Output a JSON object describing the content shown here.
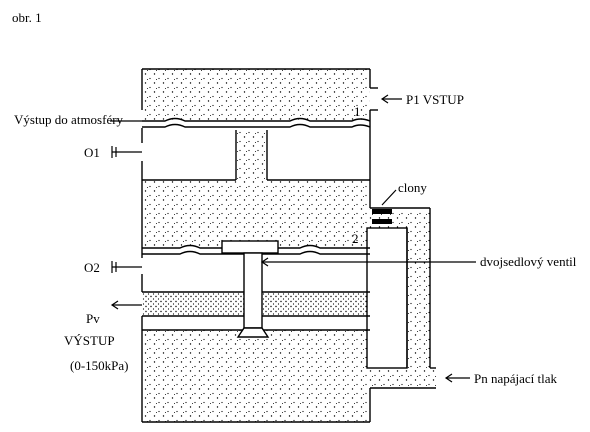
{
  "figure_label": "obr. 1",
  "labels": {
    "p1_input": "P1  VSTUP",
    "exhaust": "Výstup do atmosféry",
    "o1": "O1",
    "o2": "O2",
    "membrane_1": "1",
    "membrane_2": "2",
    "orifices": "clony",
    "double_seat_valve": "dvojsedlový ventil",
    "pv": "Pv",
    "output": "VÝSTUP",
    "output_range": "(0-150kPa)",
    "supply_pressure": "Pn  napájací tlak"
  },
  "colors": {
    "line": "#000000",
    "background": "#ffffff"
  }
}
